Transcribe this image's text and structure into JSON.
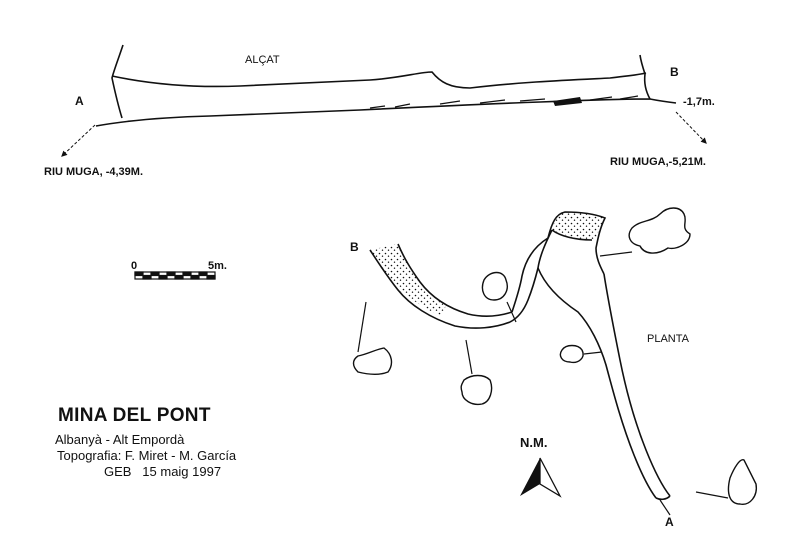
{
  "section_label": "ALÇAT",
  "plan_label": "PLANTA",
  "point_a_elev": "A",
  "point_b_elev": "B",
  "point_b_plan": "B",
  "point_a_plan": "A",
  "elevation_b": "-1,7m.",
  "river_left": "RIU MUGA, -4,39M.",
  "river_right": "RIU MUGA,-5,21M.",
  "scale": {
    "start": "0",
    "end": "5m."
  },
  "north": "N.M.",
  "title": "MINA DEL PONT",
  "location": "Albanyà - Alt Empordà",
  "survey": "Topografia: F. Miret - M. García",
  "credit": "GEB   15 maig 1997",
  "colors": {
    "ink": "#111111",
    "paper": "#ffffff"
  }
}
